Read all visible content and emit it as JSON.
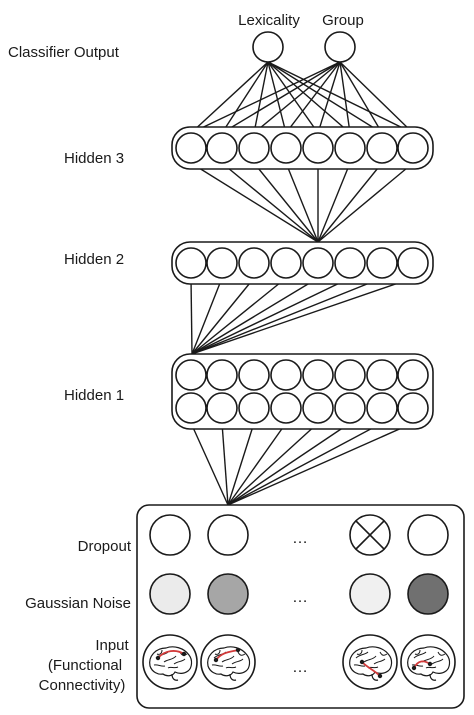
{
  "outputs": [
    {
      "label": "Lexicality"
    },
    {
      "label": "Group"
    }
  ],
  "layer_labels": {
    "classifier_output": "Classifier Output",
    "hidden3": "Hidden 3",
    "hidden2": "Hidden 2",
    "hidden1": "Hidden 1"
  },
  "input_block": {
    "dropout_label": "Dropout",
    "noise_label": "Gaussian Noise",
    "input_label_lines": [
      "Input",
      "(Functional",
      "Connectivity)"
    ],
    "ellipsis": "…",
    "noise_fills": [
      "#ebebeb",
      "#a6a6a6",
      "#f0f0f0",
      "#707070"
    ],
    "dropped_unit_index": 2
  },
  "colors": {
    "stroke": "#1a1a1a",
    "connection": "#d23a3a"
  }
}
